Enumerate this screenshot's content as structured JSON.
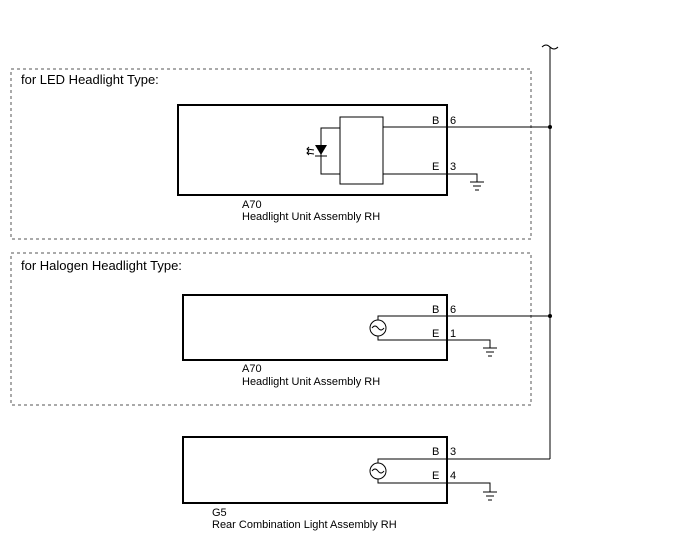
{
  "sections": {
    "led": {
      "title": "for LED Headlight Type:",
      "connector": "A70",
      "component": "Headlight Unit Assembly RH",
      "pin_b_label": "B",
      "pin_b_number": "6",
      "pin_e_label": "E",
      "pin_e_number": "3"
    },
    "halogen": {
      "title": "for Halogen Headlight Type:",
      "connector": "A70",
      "component": "Headlight Unit Assembly RH",
      "pin_b_label": "B",
      "pin_b_number": "6",
      "pin_e_label": "E",
      "pin_e_number": "1"
    }
  },
  "rear": {
    "connector": "G5",
    "component": "Rear Combination Light Assembly RH",
    "pin_b_label": "B",
    "pin_b_number": "3",
    "pin_e_label": "E",
    "pin_e_number": "4"
  }
}
